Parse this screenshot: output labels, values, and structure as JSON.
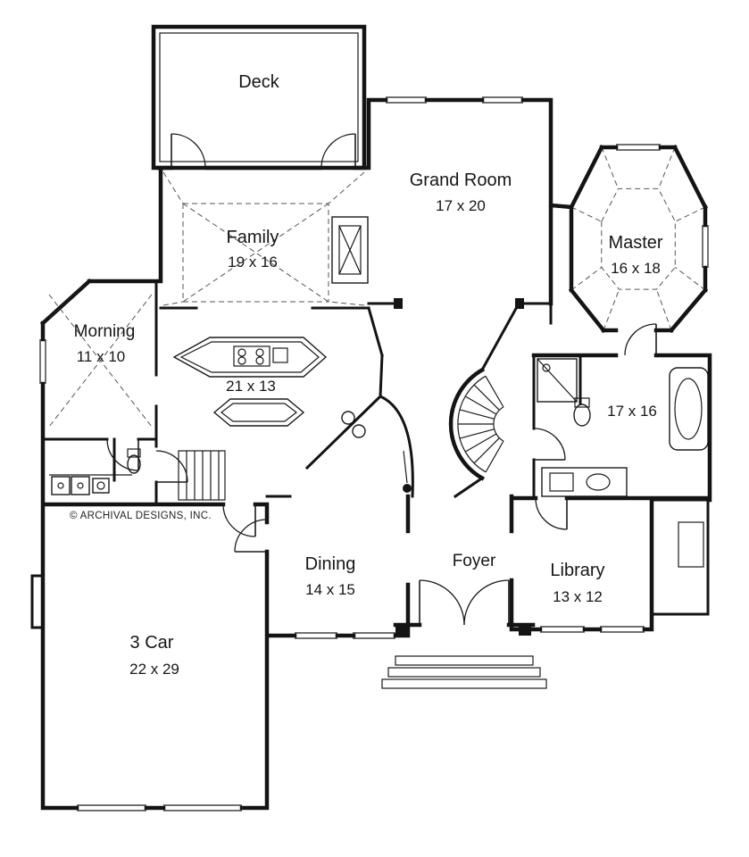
{
  "page": {
    "background": "#ffffff",
    "wall_color": "#141414",
    "dash_color": "#555555"
  },
  "copyright": "© ARCHIVAL DESIGNS, INC.",
  "rooms": {
    "deck": {
      "label": "Deck",
      "dims": ""
    },
    "grand": {
      "label": "Grand Room",
      "dims": "17 x 20"
    },
    "master": {
      "label": "Master",
      "dims": "16 x 18"
    },
    "family": {
      "label": "Family",
      "dims": "19 x 16"
    },
    "morning": {
      "label": "Morning",
      "dims": "11 x 10"
    },
    "kitchen": {
      "label": "",
      "dims": "21 x 13"
    },
    "master_bath": {
      "label": "",
      "dims": "17 x 16"
    },
    "dining": {
      "label": "Dining",
      "dims": "14 x 15"
    },
    "foyer": {
      "label": "Foyer",
      "dims": ""
    },
    "library": {
      "label": "Library",
      "dims": "13 x 12"
    },
    "garage": {
      "label": "3 Car",
      "dims": "22 x 29"
    }
  }
}
